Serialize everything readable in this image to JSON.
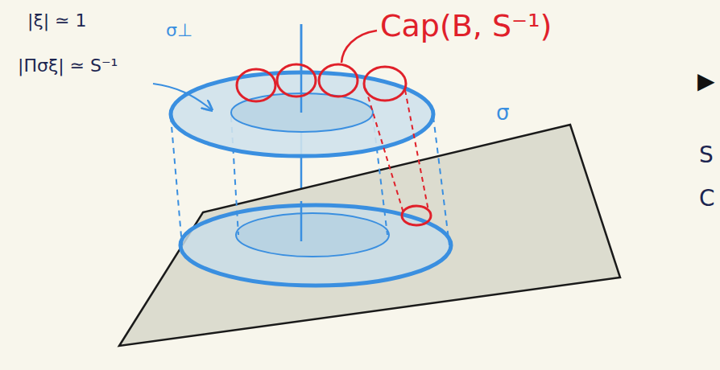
{
  "diagram": {
    "labels": [
      "|ξ| ≃ 1",
      "σ⊥",
      "|Πσξ| ≃ S⁻¹",
      "Cap(B, S⁻¹)",
      "σ",
      "▶",
      "S",
      "C"
    ]
  }
}
